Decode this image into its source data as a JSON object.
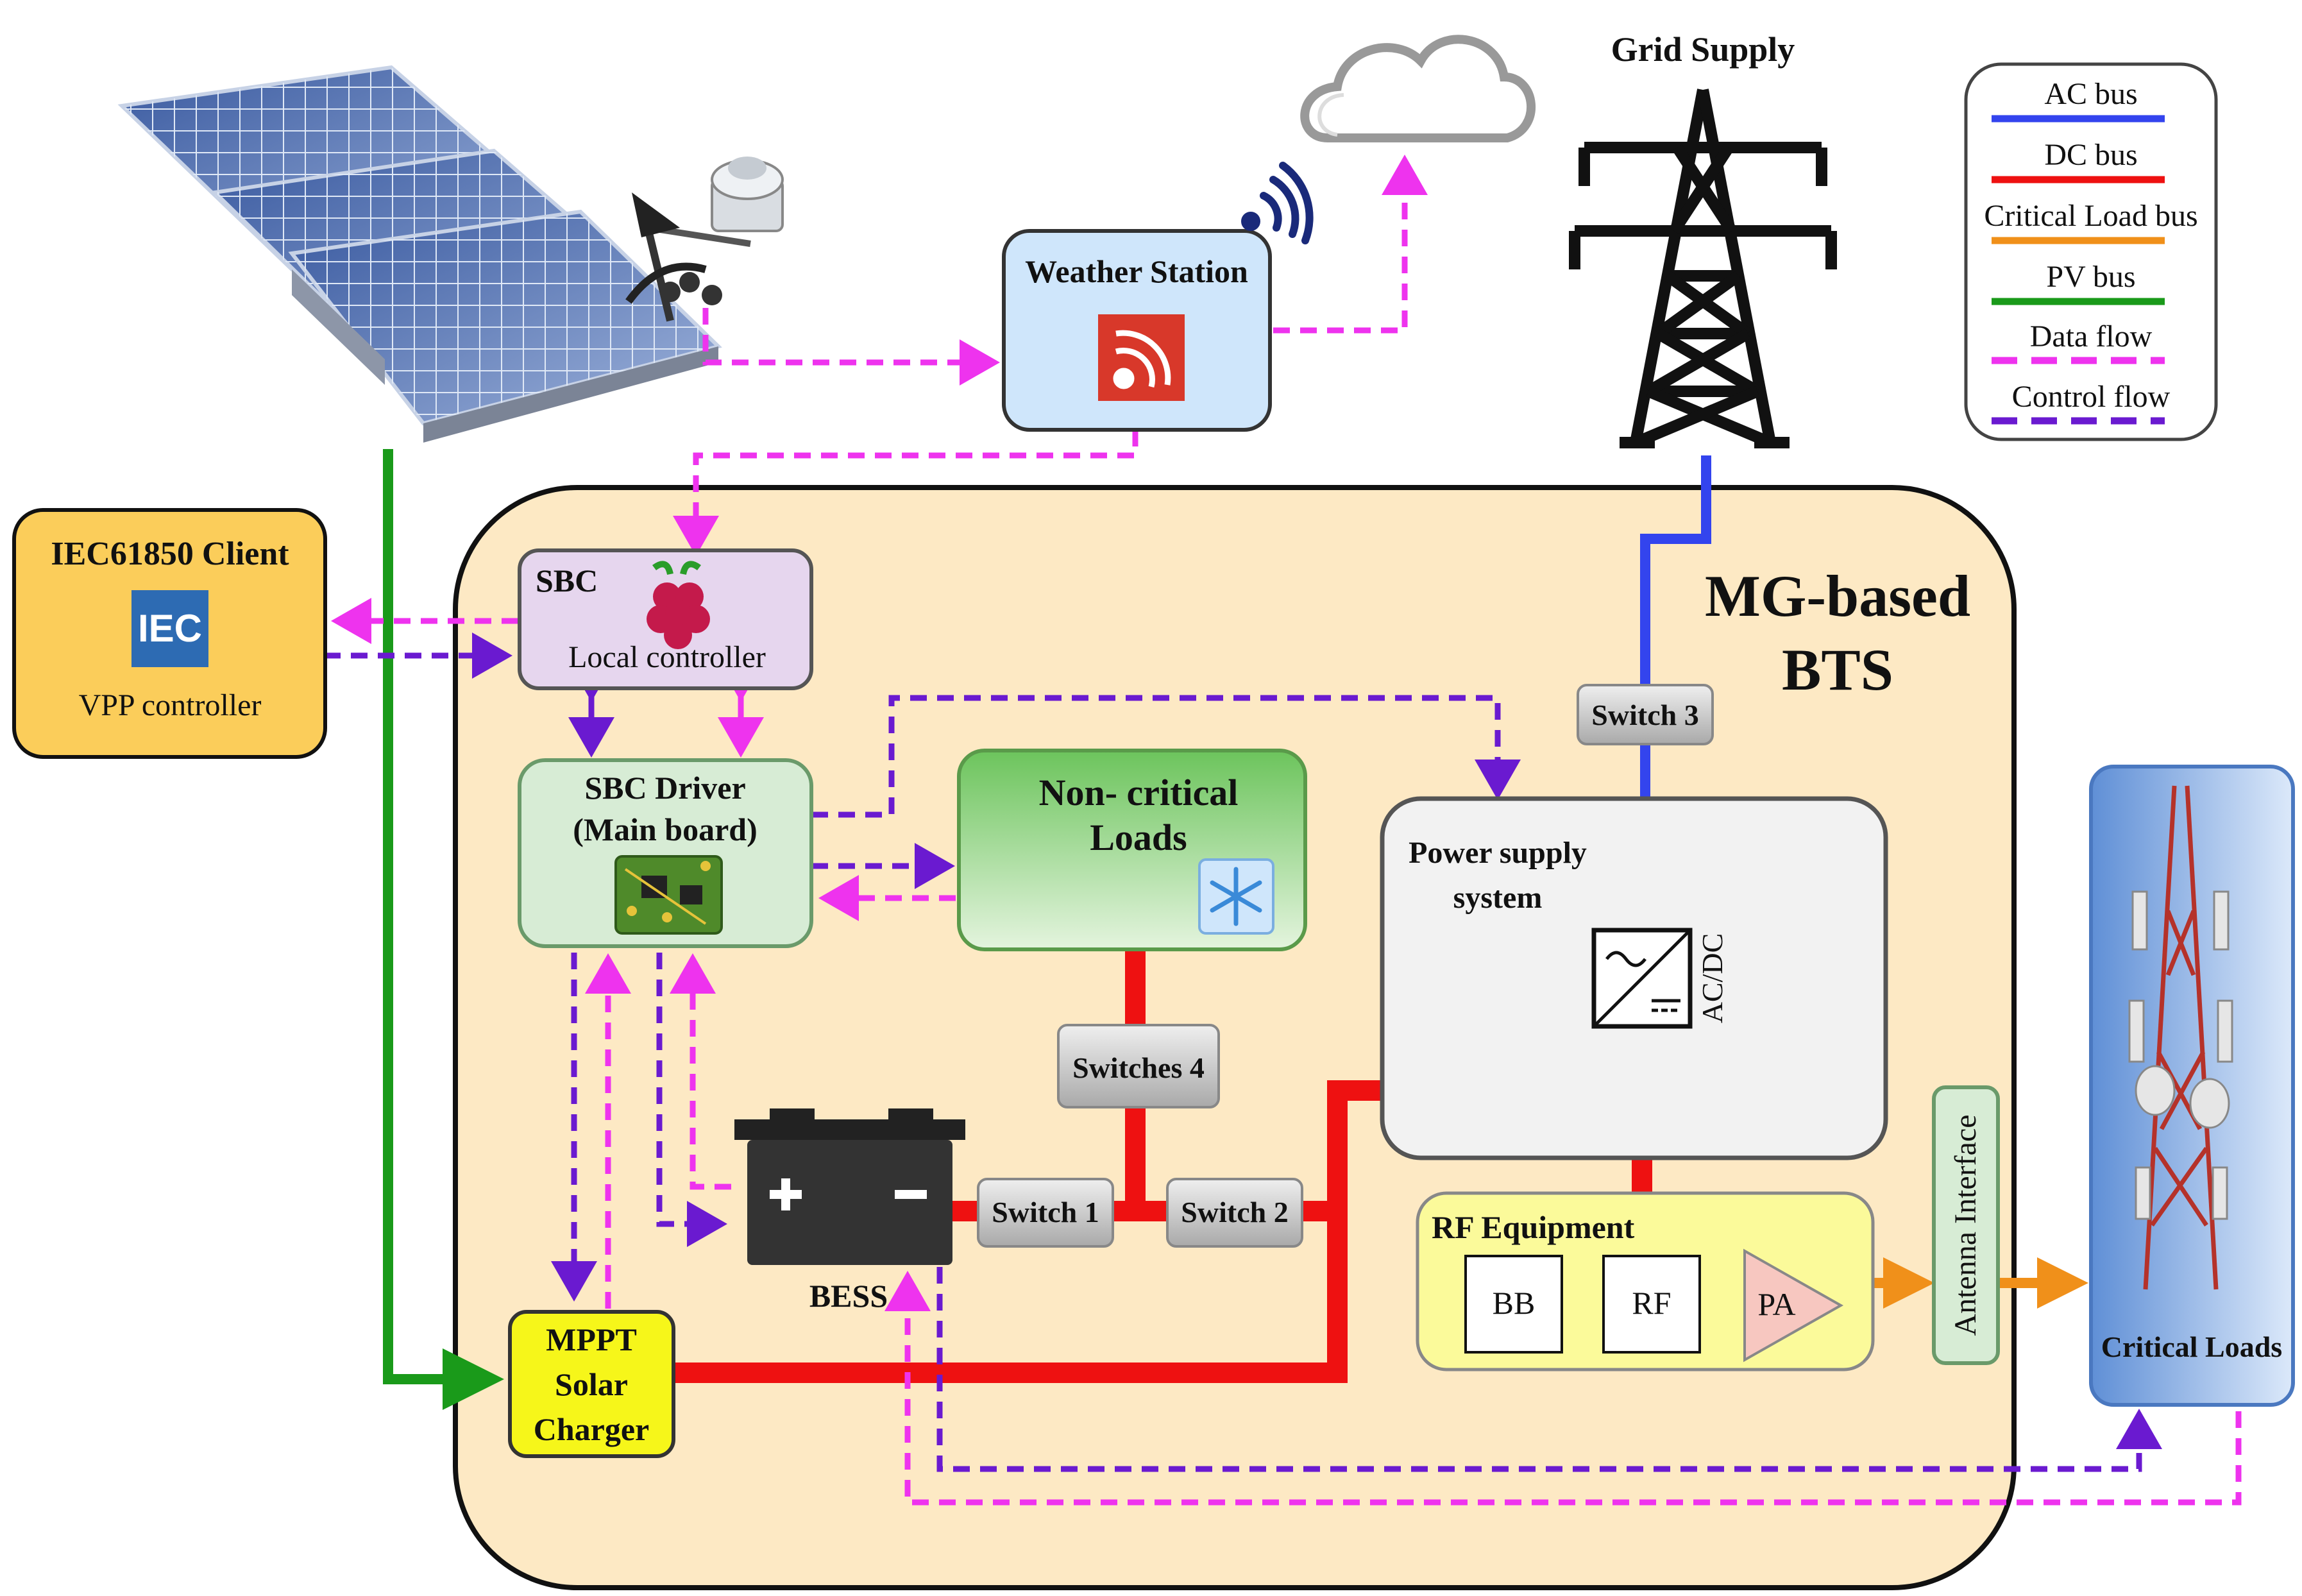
{
  "colors": {
    "ac_bus": "#3344ee",
    "dc_bus": "#ee1111",
    "critical_load_bus": "#f0901a",
    "pv_bus": "#1a9a1a",
    "data_flow": "#ee33ee",
    "control_flow": "#6a1ad0",
    "mg_area": "#fde9c4",
    "client_box": "#fbcd5a",
    "weather_box": "#cfe6fb",
    "sbc_box": "#e6d6ee",
    "driver_box": "#d7ecd5",
    "noncritical_box": "#7fcf6f",
    "psu_box": "#f2f2f2",
    "rf_box": "#fbfa9a",
    "mppt_box": "#f6f61a",
    "antenna_box": "#d7ecd5",
    "critical_box": "#7aa8e0"
  },
  "legend": {
    "items": [
      {
        "label": "AC bus",
        "color": "#3344ee",
        "style": "solid"
      },
      {
        "label": "DC bus",
        "color": "#ee1111",
        "style": "solid"
      },
      {
        "label": "Critical Load bus",
        "color": "#f0901a",
        "style": "solid"
      },
      {
        "label": "PV bus",
        "color": "#1a9a1a",
        "style": "solid"
      },
      {
        "label": "Data flow",
        "color": "#ee33ee",
        "style": "dashed"
      },
      {
        "label": "Control flow",
        "color": "#6a1ad0",
        "style": "dashed"
      }
    ]
  },
  "grid_supply": {
    "label": "Grid Supply"
  },
  "weather_station": {
    "label": "Weather Station"
  },
  "mg_area": {
    "line1": "MG-based",
    "line2": "BTS"
  },
  "client": {
    "title": "IEC61850 Client",
    "logo_text": "IEC",
    "subtitle": "VPP controller"
  },
  "sbc": {
    "title": "SBC",
    "subtitle": "Local controller"
  },
  "sbc_driver": {
    "line1": "SBC Driver",
    "line2": "(Main board)"
  },
  "non_critical": {
    "line1": "Non- critical",
    "line2": "Loads"
  },
  "psu": {
    "line1": "Power supply",
    "line2": "system",
    "converter_label": "AC/DC"
  },
  "switches": {
    "switch1": "Switch 1",
    "switch2": "Switch 2",
    "switch3": "Switch 3",
    "switches4": "Switches 4"
  },
  "bess": {
    "label": "BESS"
  },
  "rf": {
    "title": "RF Equipment",
    "bb": "BB",
    "rf": "RF",
    "pa": "PA"
  },
  "antenna": {
    "label": "Antenna Interface"
  },
  "critical_loads": {
    "label": "Critical Loads"
  },
  "mppt": {
    "line1": "MPPT",
    "line2": "Solar",
    "line3": "Charger"
  }
}
